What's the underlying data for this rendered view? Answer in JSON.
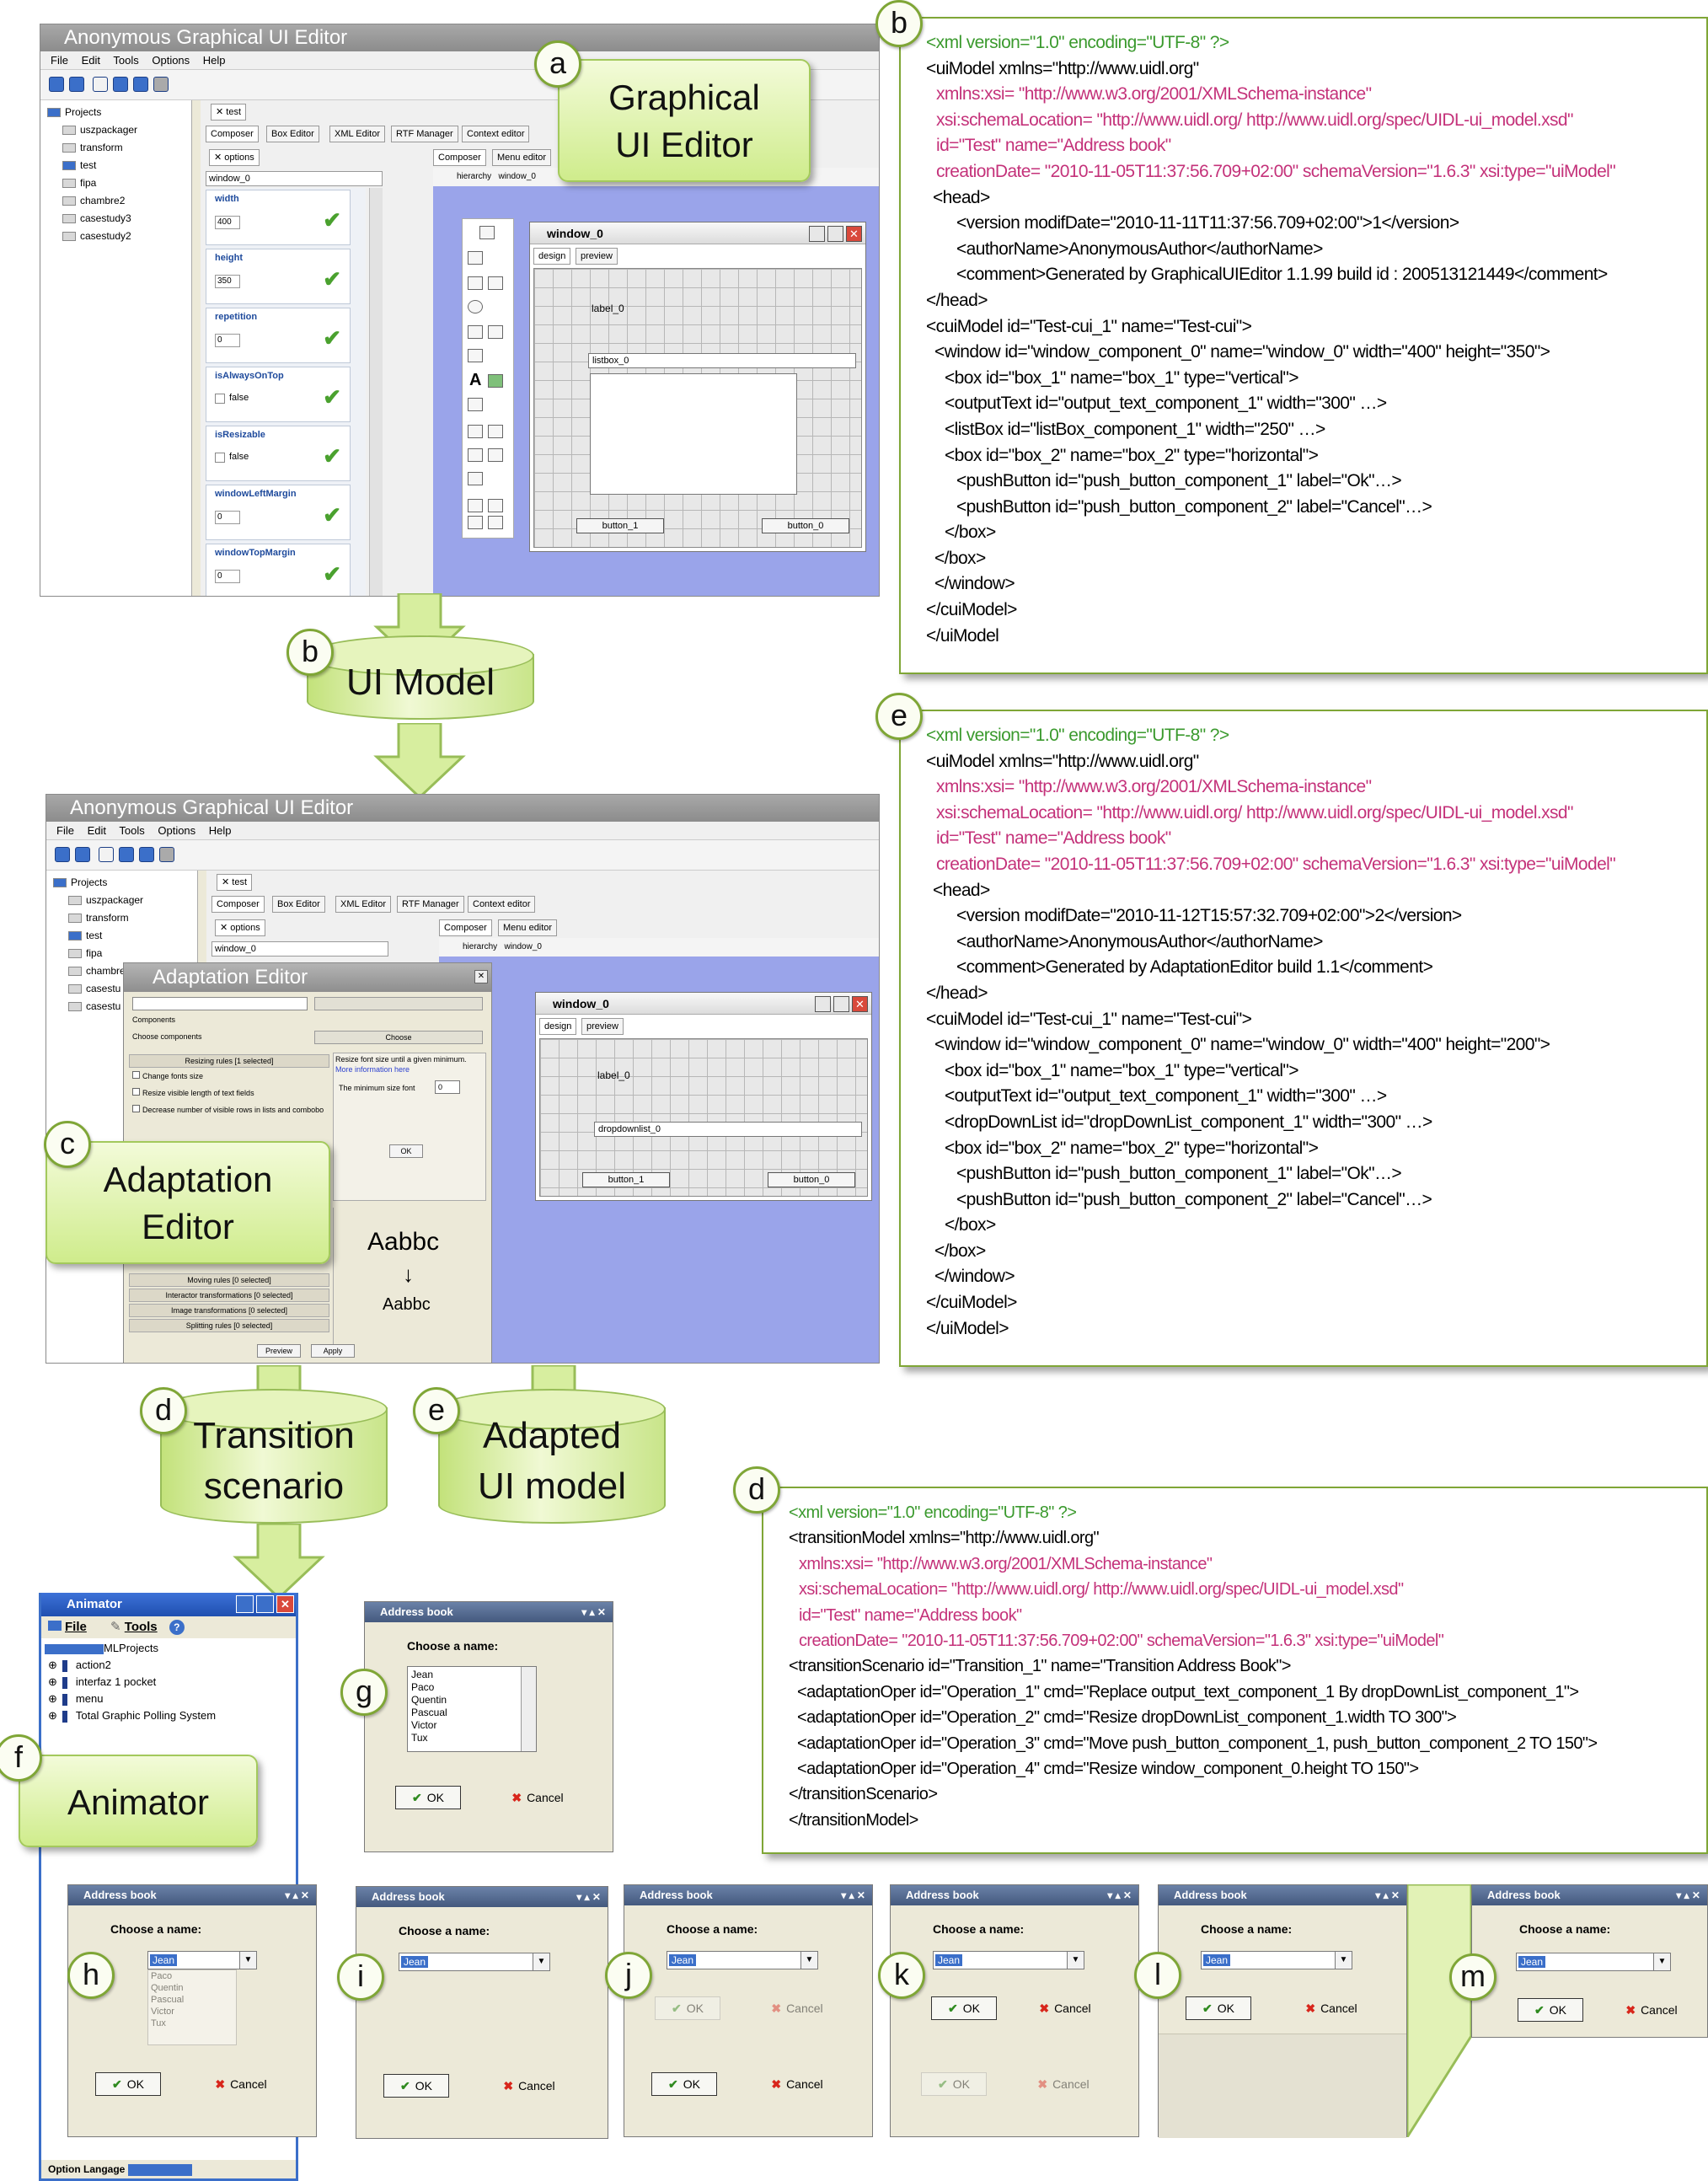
{
  "editor_top": {
    "title": "Anonymous Graphical UI Editor",
    "menu": [
      "File",
      "Edit",
      "Tools",
      "Options",
      "Help"
    ],
    "tree": [
      "Projects",
      "uszpackager",
      "transform",
      "test",
      "fipa",
      "chambre2",
      "casestudy3",
      "casestudy2"
    ],
    "doc_tab": "test",
    "subtabs": [
      "Composer",
      "Box Editor",
      "XML Editor",
      "RTF Manager",
      "Context editor"
    ],
    "options_tab": "options",
    "window_select": "window_0",
    "props": [
      {
        "label": "width",
        "value": "400"
      },
      {
        "label": "height",
        "value": "350"
      },
      {
        "label": "repetition",
        "value": "0"
      },
      {
        "label": "isAlwaysOnTop",
        "value": "false"
      },
      {
        "label": "isResizable",
        "value": "false"
      },
      {
        "label": "windowLeftMargin",
        "value": "0"
      },
      {
        "label": "windowTopMargin",
        "value": "0"
      }
    ],
    "composer_tabs": [
      "Composer",
      "Menu editor"
    ],
    "hierarchy": "hierarchy",
    "hierarchy_value": "window_0",
    "design_window": {
      "title": "window_0",
      "tabs": [
        "design",
        "preview"
      ],
      "label": "label_0",
      "listbox": "listbox_0",
      "button1": "button_1",
      "button0": "button_0"
    }
  },
  "editor_bottom": {
    "title": "Anonymous Graphical UI Editor",
    "menu": [
      "File",
      "Edit",
      "Tools",
      "Options",
      "Help"
    ],
    "tree": [
      "Projects",
      "uszpackager",
      "transform",
      "test",
      "fipa",
      "chambre2",
      "casestu",
      "casestu"
    ],
    "doc_tab": "test",
    "subtabs": [
      "Composer",
      "Box Editor",
      "XML Editor",
      "RTF Manager",
      "Context editor"
    ],
    "options_tab": "options",
    "window_select": "window_0",
    "composer_tabs": [
      "Composer",
      "Menu editor"
    ],
    "hierarchy": "hierarchy",
    "hierarchy_value": "window_0",
    "design_window": {
      "title": "window_0",
      "tabs": [
        "design",
        "preview"
      ],
      "label": "label_0",
      "dropdown": "dropdownlist_0",
      "button1": "button_1",
      "button0": "button_0"
    }
  },
  "adaptation_editor": {
    "title": "Adaptation Editor",
    "components": "Components",
    "choose_components": "Choose components",
    "choose": "Choose",
    "resizing_rules": "Resizing rules [1 selected]",
    "rules": [
      "Change fonts size",
      "Resize visible length of text fields",
      "Decrease number of visible rows in lists and combobo"
    ],
    "rule_desc": "Resize font size until a given minimum.",
    "more_info": "More information here",
    "min_font": "The minimum size font",
    "min_font_value": "0",
    "ok": "OK",
    "moving_rules": "Moving rules [0 selected]",
    "interactor_rules": "Interactor transformations [0 selected]",
    "image_rules": "Image transformations [0 selected]",
    "splitting_rules": "Splitting rules [0 selected]",
    "preview": "Preview",
    "apply": "Apply",
    "font_demo_big": "Aabbc",
    "font_demo_small": "Aabbc",
    "font_demo_arrow": "↓"
  },
  "callouts": {
    "graphical_ui_editor": [
      "Graphical",
      "UI Editor"
    ],
    "adaptation_editor": [
      "Adaptation",
      "Editor"
    ],
    "animator": "Animator"
  },
  "cylinders": {
    "ui_model": "UI Model",
    "transition_scenario": [
      "Transition",
      "scenario"
    ],
    "adapted_ui_model": [
      "Adapted",
      "UI model"
    ]
  },
  "badges": {
    "a": "a",
    "b": "b",
    "c": "c",
    "d": "d",
    "e": "e",
    "f": "f",
    "g": "g",
    "h": "h",
    "i": "i",
    "j": "j",
    "k": "k",
    "l": "l",
    "m": "m"
  },
  "xml_b": [
    "<xml version=\"1.0\" encoding=\"UTF-8\" ?>",
    "<uiModel xmlns=\"http://www.uidl.org\"",
    "xmlns:xsi= \"http://www.w3.org/2001/XMLSchema-instance\"",
    "xsi:schemaLocation= \"http://www.uidl.org/ http://www.uidl.org/spec/UIDL-ui_model.xsd\"",
    "id=\"Test\" name=\"Address book\"",
    "creationDate= \"2010-11-05T11:37:56.709+02:00\" schemaVersion=\"1.6.3\" xsi:type=\"uiModel\"",
    "<head>",
    "<version modifDate=\"2010-11-11T11:37:56.709+02:00\">1</version>",
    "<authorName>AnonymousAuthor</authorName>",
    "<comment>Generated by GraphicalUIEditor 1.1.99 build id : 200513121449</comment>",
    "</head>",
    "<cuiModel id=\"Test-cui_1\" name=\"Test-cui\">",
    "<window id=\"window_component_0\" name=\"window_0\" width=\"400\" height=\"350\">",
    "<box id=\"box_1\" name=\"box_1\" type=\"vertical\">",
    "<outputText id=\"output_text_component_1\" width=\"300\" …>",
    "<listBox  id=\"listBox_component_1\" width=\"250\" …>",
    "<box id=\"box_2\" name=\"box_2\" type=\"horizontal\">",
    "<pushButton  id=\"push_button_component_1\" label=\"Ok\"…>",
    "<pushButton  id=\"push_button_component_2\" label=\"Cancel\"…>",
    "</box>",
    "</box>",
    "</window>",
    "</cuiModel>",
    "</uiModel"
  ],
  "xml_e": [
    "<xml version=\"1.0\" encoding=\"UTF-8\" ?>",
    "<uiModel xmlns=\"http://www.uidl.org\"",
    "xmlns:xsi= \"http://www.w3.org/2001/XMLSchema-instance\"",
    "xsi:schemaLocation= \"http://www.uidl.org/ http://www.uidl.org/spec/UIDL-ui_model.xsd\"",
    "id=\"Test\" name=\"Address book\"",
    "creationDate= \"2010-11-05T11:37:56.709+02:00\" schemaVersion=\"1.6.3\" xsi:type=\"uiModel\"",
    "<head>",
    "<version modifDate=\"2010-11-12T15:57:32.709+02:00\">2</version>",
    "<authorName>AnonymousAuthor</authorName>",
    "<comment>Generated by AdaptationEditor build 1.1</comment>",
    "</head>",
    "<cuiModel id=\"Test-cui_1\" name=\"Test-cui\">",
    "<window id=\"window_component_0\" name=\"window_0\" width=\"400\" height=\"200\">",
    "<box id=\"box_1\" name=\"box_1\" type=\"vertical\">",
    "<outputText id=\"output_text_component_1\" width=\"300\" …>",
    "<dropDownList  id=\"dropDownList_component_1\" width=\"300\" …>",
    "<box id=\"box_2\" name=\"box_2\" type=\"horizontal\">",
    "<pushButton  id=\"push_button_component_1\" label=\"Ok\"…>",
    "<pushButton  id=\"push_button_component_2\" label=\"Cancel\"…>",
    "</box>",
    "</box>",
    "</window>",
    "</cuiModel>",
    "</uiModel>"
  ],
  "xml_d": [
    "<xml version=\"1.0\" encoding=\"UTF-8\" ?>",
    "<transitionModel xmlns=\"http://www.uidl.org\"",
    "xmlns:xsi= \"http://www.w3.org/2001/XMLSchema-instance\"",
    "xsi:schemaLocation= \"http://www.uidl.org/ http://www.uidl.org/spec/UIDL-ui_model.xsd\"",
    "id=\"Test\" name=\"Address book\"",
    "creationDate= \"2010-11-05T11:37:56.709+02:00\" schemaVersion=\"1.6.3\" xsi:type=\"uiModel\"",
    "<transitionScenario id=\"Transition_1\" name=\"Transition  Address Book\">",
    "<adaptationOper id=\"Operation_1\" cmd=\"Replace output_text_component_1 By dropDownList_component_1\">",
    "<adaptationOper id=\"Operation_2\" cmd=\"Resize dropDownList_component_1.width TO 300\">",
    "<adaptationOper id=\"Operation_3\" cmd=\"Move push_button_component_1, push_button_component_2  TO 150\">",
    "<adaptationOper id=\"Operation_4\" cmd=\"Resize window_component_0.height  TO 150\">",
    "</transitionScenario>",
    "</transitionModel>"
  ],
  "animator": {
    "title": "Animator",
    "menu_file": "File",
    "menu_tools": "Tools",
    "projects": "MLProjects",
    "items": [
      "action2",
      "interfaz 1 pocket",
      "menu",
      "Total Graphic Polling System"
    ],
    "option": "Option Langage"
  },
  "address_book": {
    "title": "Address book",
    "controls": "▾ ▴ ✕",
    "choose": "Choose a name:",
    "names": [
      "Jean",
      "Paco",
      "Quentin",
      "Pascual",
      "Victor",
      "Tux"
    ],
    "selected": "Jean",
    "ok": "OK",
    "cancel": "Cancel"
  }
}
